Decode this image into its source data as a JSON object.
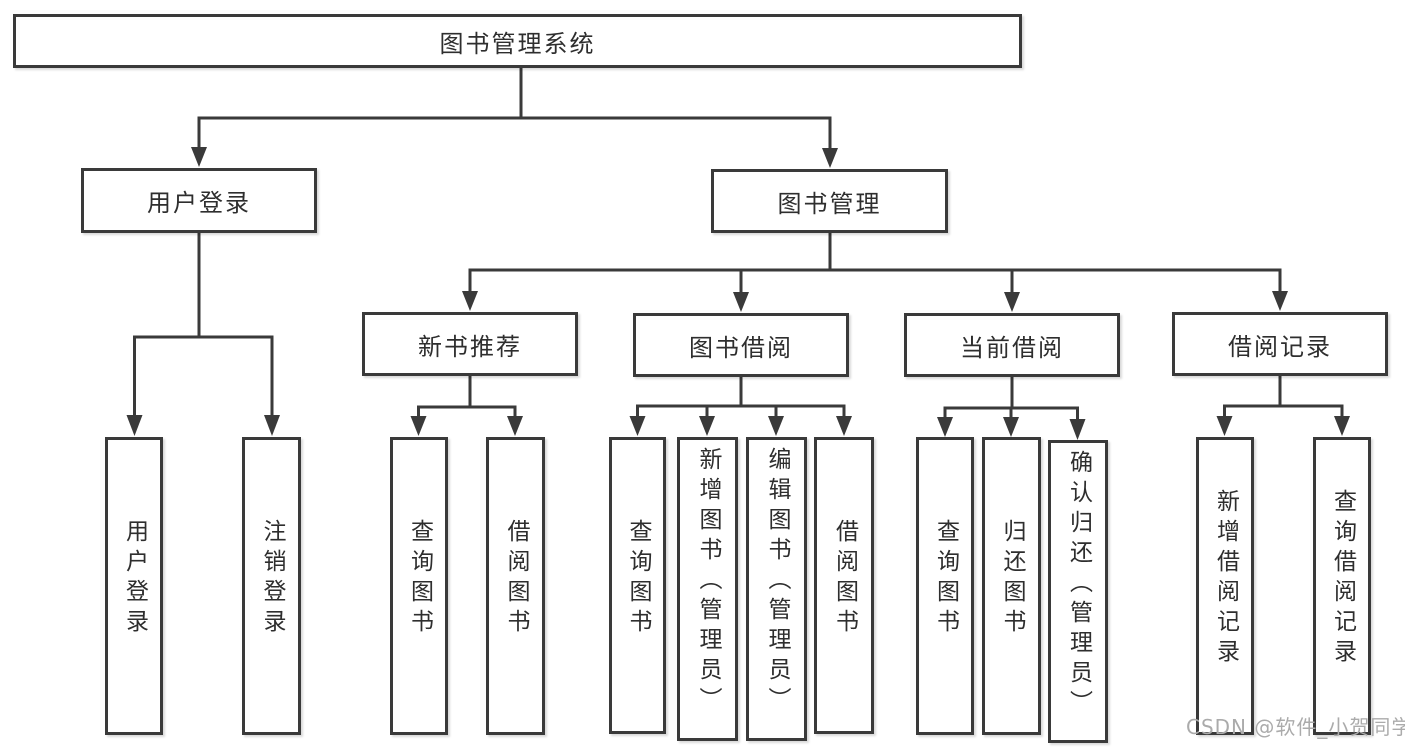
{
  "tree": {
    "root": {
      "label": "图书管理系统"
    },
    "branches": [
      {
        "label": "用户登录",
        "children": [
          {
            "label": "用户登录"
          },
          {
            "label": "注销登录"
          }
        ]
      },
      {
        "label": "图书管理",
        "children": [
          {
            "label": "新书推荐",
            "children": [
              {
                "label": "查询图书"
              },
              {
                "label": "借阅图书"
              }
            ]
          },
          {
            "label": "图书借阅",
            "children": [
              {
                "label": "查询图书"
              },
              {
                "label": "新增图书（管理员）"
              },
              {
                "label": "编辑图书（管理员）"
              },
              {
                "label": "借阅图书"
              }
            ]
          },
          {
            "label": "当前借阅",
            "children": [
              {
                "label": "查询图书"
              },
              {
                "label": "归还图书"
              },
              {
                "label": "确认归还（管理员）"
              }
            ]
          },
          {
            "label": "借阅记录",
            "children": [
              {
                "label": "新增借阅记录"
              },
              {
                "label": "查询借阅记录"
              }
            ]
          }
        ]
      }
    ]
  },
  "watermark": "CSDN @软件_小贺同学",
  "colors": {
    "line": "#3a3a3a",
    "box_border": "#3a3a3a",
    "text": "#2e2e2e",
    "background": "#ffffff",
    "watermark": "#ababab"
  }
}
